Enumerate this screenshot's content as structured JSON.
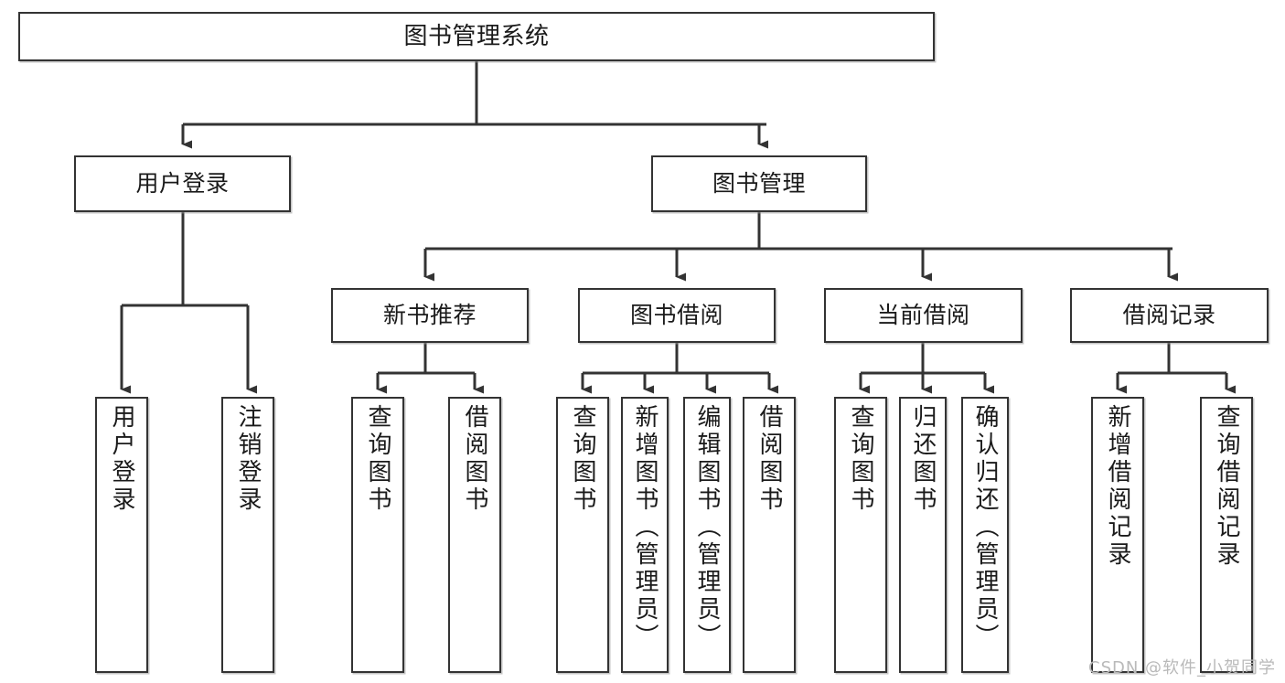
{
  "diagram": {
    "title": "图书管理系统",
    "watermark": "CSDN @软件_小贺同学",
    "colors": {
      "box_border": "#333333",
      "box_fill": "#ffffff",
      "edge": "#333333",
      "text": "#1a1a1a",
      "watermark": "#b9b9b9",
      "background": "#ffffff"
    },
    "levels": {
      "root": [
        "图书管理系统"
      ],
      "level2": [
        "用户登录",
        "图书管理"
      ],
      "level3": [
        "新书推荐",
        "图书借阅",
        "当前借阅",
        "借阅记录"
      ],
      "leaves": [
        "用户登录",
        "注销登录",
        "查询图书",
        "借阅图书",
        "查询图书",
        "新增图书（管理员）",
        "编辑图书（管理员）",
        "借阅图书",
        "查询图书",
        "归还图书",
        "确认归还（管理员）",
        "新增借阅记录",
        "查询借阅记录"
      ]
    },
    "nodes": {
      "root": {
        "label": "图书管理系统"
      },
      "user_login": {
        "label": "用户登录"
      },
      "book_manage": {
        "label": "图书管理"
      },
      "new_book_rec": {
        "label": "新书推荐"
      },
      "book_borrow": {
        "label": "图书借阅"
      },
      "current_borrow": {
        "label": "当前借阅"
      },
      "borrow_record": {
        "label": "借阅记录"
      },
      "leaf_user_login": {
        "label": "用户登录"
      },
      "leaf_logout": {
        "label": "注销登录"
      },
      "leaf_query_book_a": {
        "label": "查询图书"
      },
      "leaf_borrow_book_a": {
        "label": "借阅图书"
      },
      "leaf_query_book_b": {
        "label": "查询图书"
      },
      "leaf_add_book": {
        "label": "新增图书（管理员）"
      },
      "leaf_edit_book": {
        "label": "编辑图书（管理员）"
      },
      "leaf_borrow_book_b": {
        "label": "借阅图书"
      },
      "leaf_query_book_c": {
        "label": "查询图书"
      },
      "leaf_return_book": {
        "label": "归还图书"
      },
      "leaf_confirm_return": {
        "label": "确认归还（管理员）"
      },
      "leaf_add_record": {
        "label": "新增借阅记录"
      },
      "leaf_query_record": {
        "label": "查询借阅记录"
      }
    }
  }
}
